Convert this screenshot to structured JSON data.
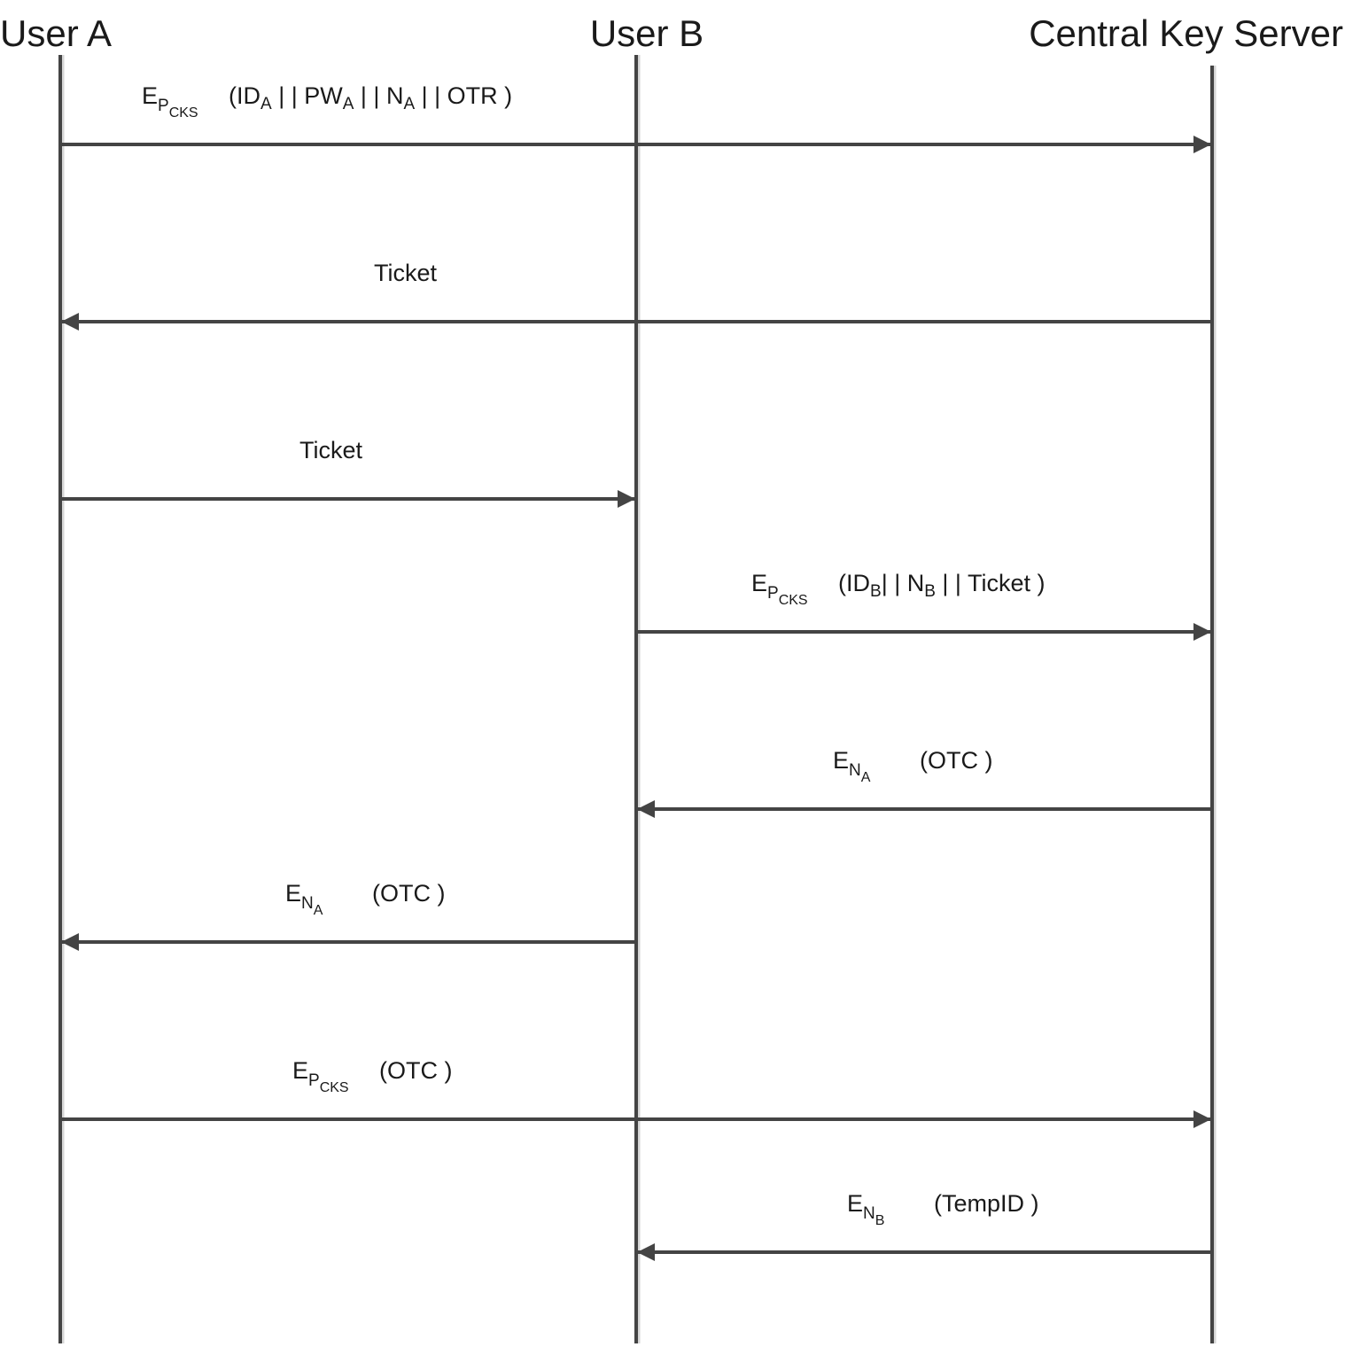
{
  "colors": {
    "line": "#444444",
    "lifeline_halo": "#d6d6d6",
    "text": "#1a1a1a",
    "background": "#ffffff"
  },
  "actors": [
    {
      "id": "user-a",
      "name": "User A"
    },
    {
      "id": "user-b",
      "name": "User B"
    },
    {
      "id": "cks",
      "name": "Central Key Server"
    }
  ],
  "messages": [
    {
      "from": "user-a",
      "to": "cks",
      "label": {
        "prefix": "E",
        "sub": "P",
        "sub2": "CKS",
        "rest": [
          {
            "t": "(ID"
          },
          {
            "t": "A",
            "s": 1
          },
          {
            "t": " | | PW"
          },
          {
            "t": "A",
            "s": 1
          },
          {
            "t": " | | N"
          },
          {
            "t": "A",
            "s": 1
          },
          {
            "t": " | | OTR )"
          }
        ]
      }
    },
    {
      "from": "cks",
      "to": "user-a",
      "label": {
        "plain": "Ticket"
      }
    },
    {
      "from": "user-a",
      "to": "user-b",
      "label": {
        "plain": "Ticket"
      }
    },
    {
      "from": "user-b",
      "to": "cks",
      "label": {
        "prefix": "E",
        "sub": "P",
        "sub2": "CKS",
        "rest": [
          {
            "t": "(ID"
          },
          {
            "t": "B",
            "s": 1
          },
          {
            "t": "| | N"
          },
          {
            "t": "B",
            "s": 1
          },
          {
            "t": " | | Ticket )"
          }
        ]
      }
    },
    {
      "from": "cks",
      "to": "user-b",
      "label": {
        "prefix": "E",
        "sub": "N",
        "sub2": "A",
        "rest": [
          {
            "t": "(OTC )"
          }
        ]
      }
    },
    {
      "from": "user-b",
      "to": "user-a",
      "label": {
        "prefix": "E",
        "sub": "N",
        "sub2": "A",
        "rest": [
          {
            "t": "(OTC )"
          }
        ]
      }
    },
    {
      "from": "user-a",
      "to": "cks",
      "label": {
        "prefix": "E",
        "sub": "P",
        "sub2": "CKS",
        "rest": [
          {
            "t": "(OTC )"
          }
        ]
      }
    },
    {
      "from": "cks",
      "to": "user-b",
      "label": {
        "prefix": "E",
        "sub": "N",
        "sub2": "B",
        "rest": [
          {
            "t": "(TempID )"
          }
        ]
      }
    }
  ]
}
